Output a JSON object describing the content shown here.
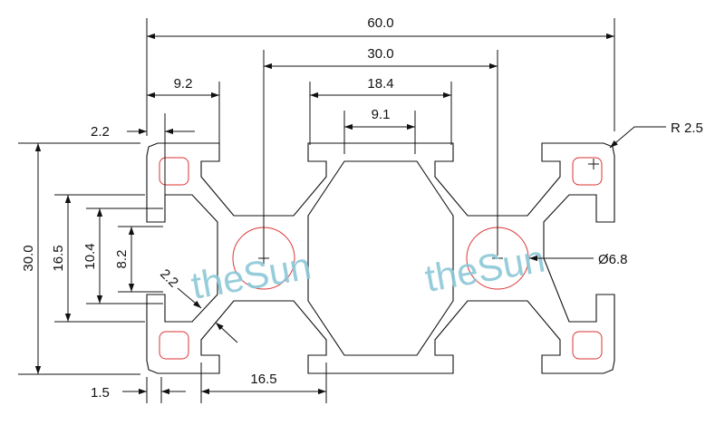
{
  "drawing": {
    "watermark": [
      "theSun",
      "theSun"
    ],
    "dimensions": {
      "overall_width": "60.0",
      "slot_pitch": "30.0",
      "inner_width": "18.4",
      "slot_edge": "9.2",
      "center_opening": "9.1",
      "lip_offset": "2.2",
      "corner_radius": "R 2.5",
      "overall_height": "30.0",
      "slot_cavity": "16.5",
      "slot_inner": "10.4",
      "slot_opening": "8.2",
      "wall_thickness": "2.2",
      "bore_diameter": "Ø6.8",
      "edge_thickness": "1.5",
      "bottom_span": "16.5"
    }
  }
}
